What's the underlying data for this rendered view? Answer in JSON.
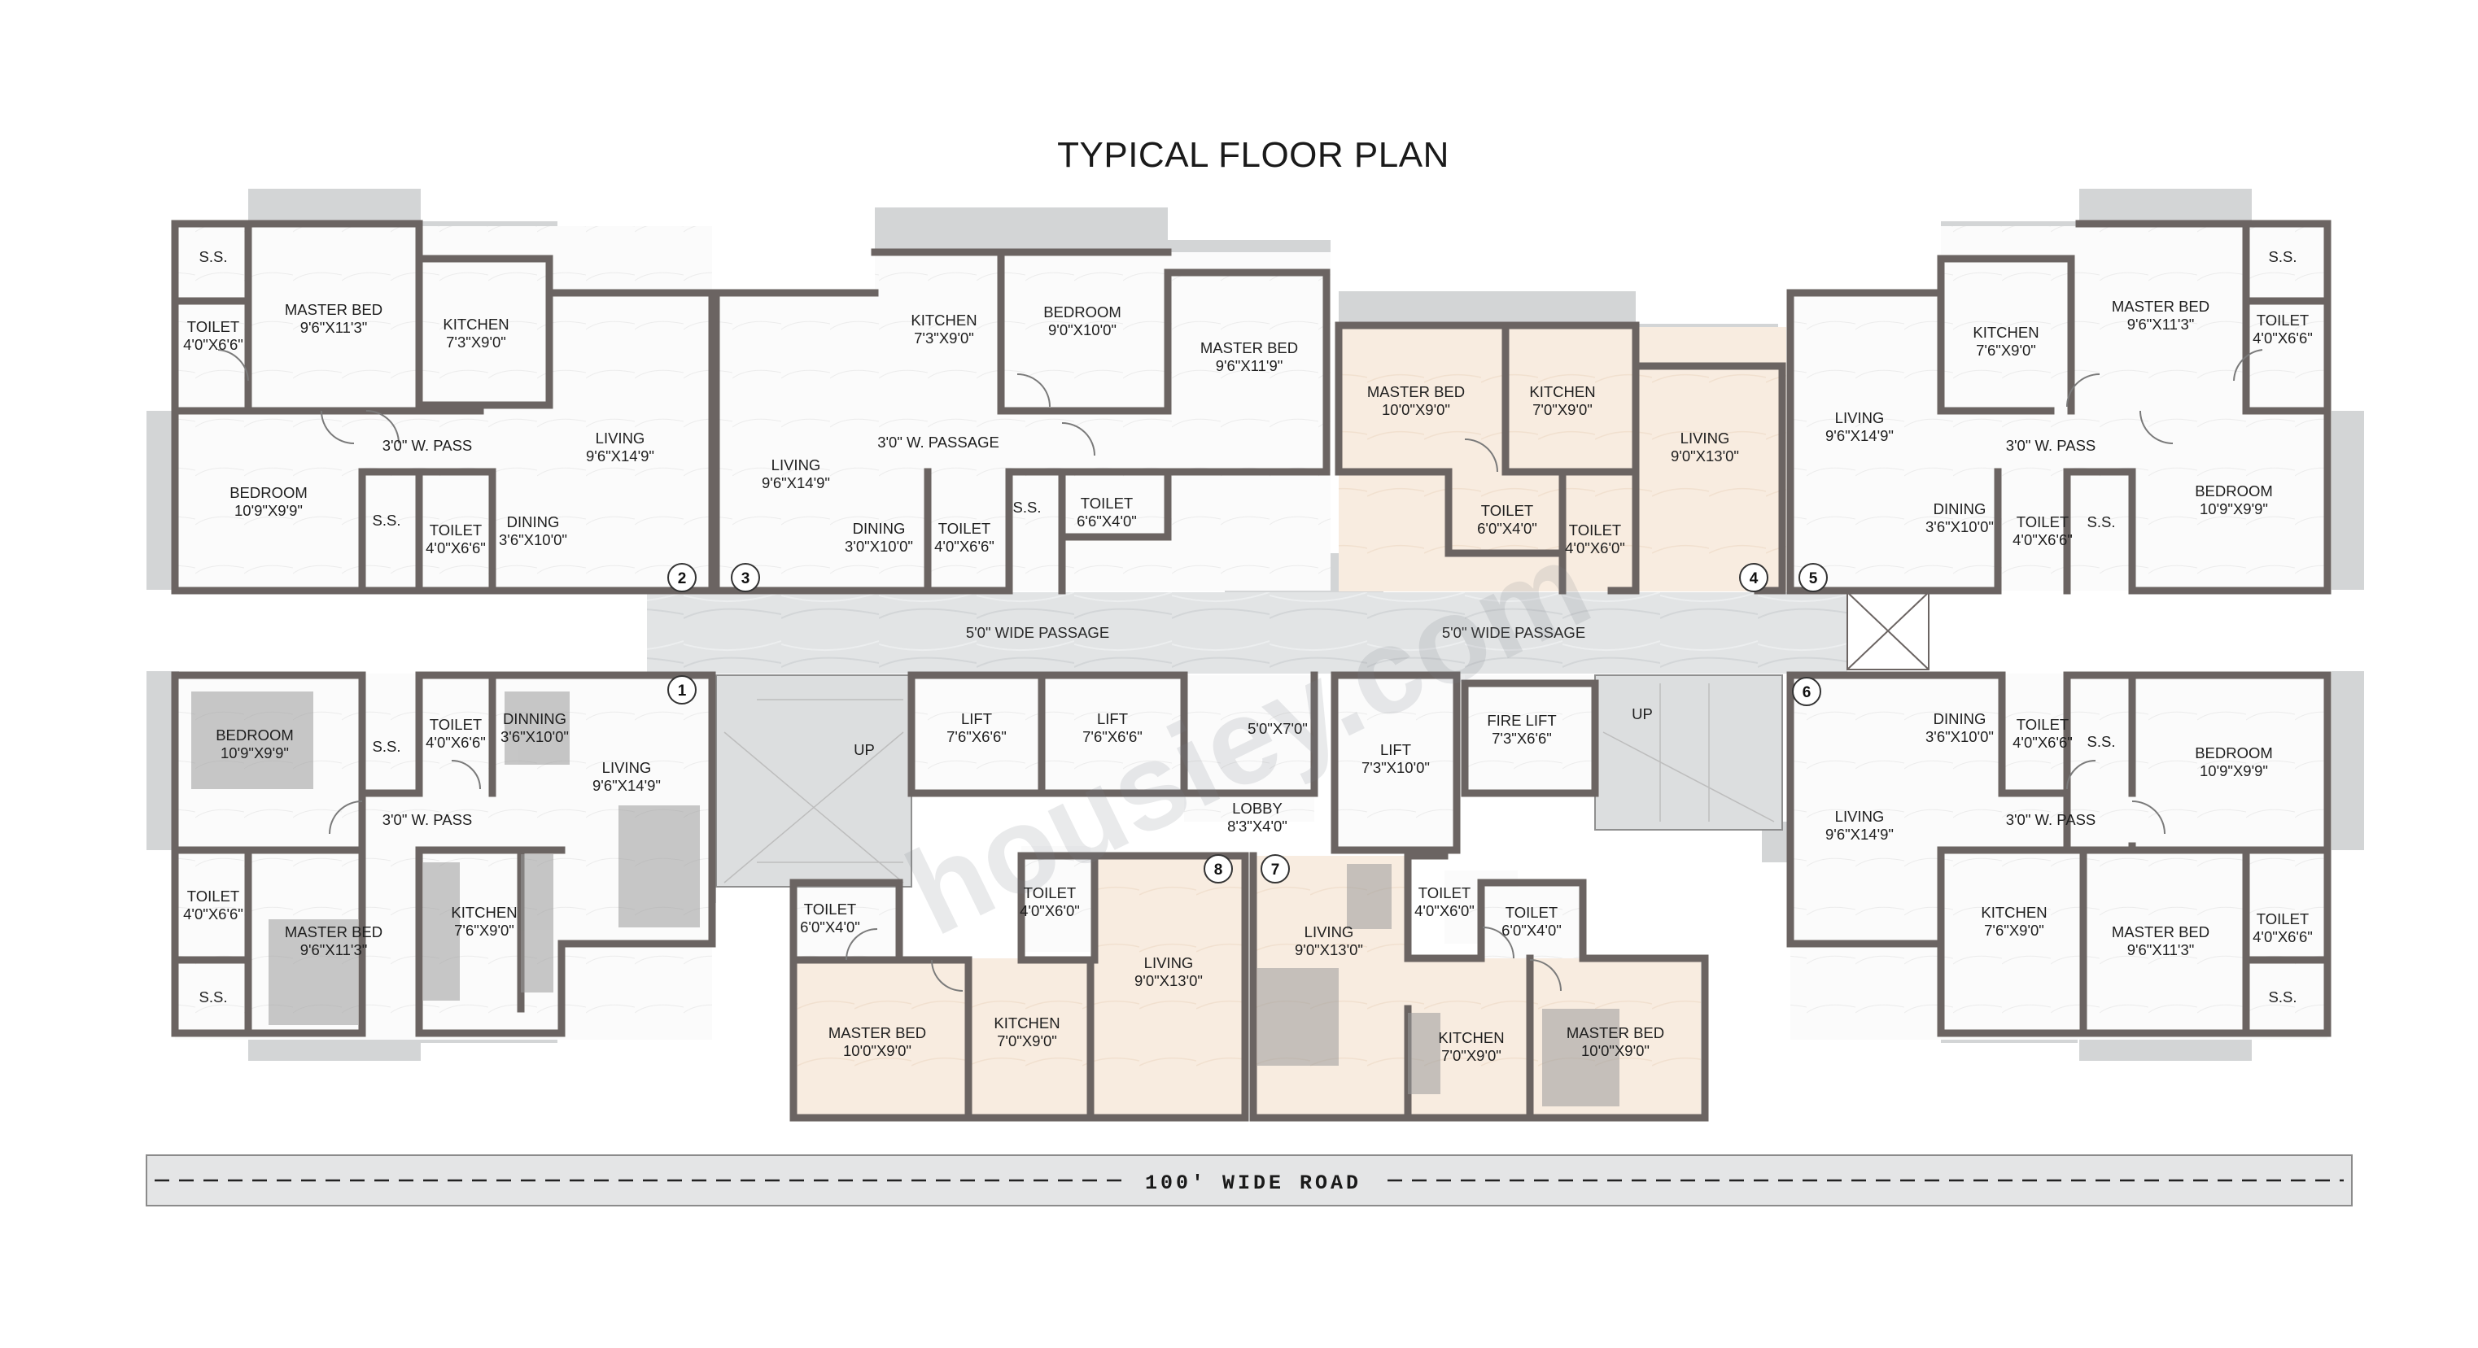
{
  "title": "TYPICAL FLOOR PLAN",
  "road_label": "100' WIDE ROAD",
  "watermark": "housiey.com",
  "colors": {
    "wall": "#6b6462",
    "floor": "#ffffff",
    "beige_floor": "#f7ebdf",
    "balcony": "#d2d4d5",
    "passage": "#dfe1e2",
    "road": "#e3e4e5"
  },
  "passages": [
    {
      "label": "5'0\" WIDE PASSAGE"
    },
    {
      "label": "5'0\" WIDE PASSAGE"
    }
  ],
  "flat_markers": [
    "1",
    "2",
    "3",
    "4",
    "5",
    "6",
    "7",
    "8"
  ],
  "rooms": [
    {
      "name": "S.S."
    },
    {
      "name": "TOILET",
      "size": "4'0\"X6'6\""
    },
    {
      "name": "MASTER BED",
      "size": "9'6\"X11'3\""
    },
    {
      "name": "KITCHEN",
      "size": "7'3\"X9'0\""
    },
    {
      "name": "3'0\" W. PASS"
    },
    {
      "name": "BEDROOM",
      "size": "10'9\"X9'9\""
    },
    {
      "name": "S.S."
    },
    {
      "name": "TOILET",
      "size": "4'0\"X6'6\""
    },
    {
      "name": "DINING",
      "size": "3'6\"X10'0\""
    },
    {
      "name": "LIVING",
      "size": "9'6\"X14'9\""
    },
    {
      "name": "LIVING",
      "size": "9'6\"X14'9\""
    },
    {
      "name": "KITCHEN",
      "size": "7'3\"X9'0\""
    },
    {
      "name": "BEDROOM",
      "size": "9'0\"X10'0\""
    },
    {
      "name": "MASTER BED",
      "size": "9'6\"X11'9\""
    },
    {
      "name": "3'0\" W. PASSAGE"
    },
    {
      "name": "DINING",
      "size": "3'0\"X10'0\""
    },
    {
      "name": "TOILET",
      "size": "4'0\"X6'6\""
    },
    {
      "name": "S.S."
    },
    {
      "name": "TOILET",
      "size": "6'6\"X4'0\""
    },
    {
      "name": "MASTER BED",
      "size": "10'0\"X9'0\""
    },
    {
      "name": "KITCHEN",
      "size": "7'0\"X9'0\""
    },
    {
      "name": "LIVING",
      "size": "9'0\"X13'0\""
    },
    {
      "name": "TOILET",
      "size": "6'0\"X4'0\""
    },
    {
      "name": "TOILET",
      "size": "4'0\"X6'0\""
    },
    {
      "name": "LIVING",
      "size": "9'6\"X14'9\""
    },
    {
      "name": "KITCHEN",
      "size": "7'6\"X9'0\""
    },
    {
      "name": "MASTER BED",
      "size": "9'6\"X11'3\""
    },
    {
      "name": "S.S."
    },
    {
      "name": "TOILET",
      "size": "4'0\"X6'6\""
    },
    {
      "name": "3'0\" W. PASS"
    },
    {
      "name": "DINING",
      "size": "3'6\"X10'0\""
    },
    {
      "name": "TOILET",
      "size": "4'0\"X6'6\""
    },
    {
      "name": "S.S."
    },
    {
      "name": "BEDROOM",
      "size": "10'9\"X9'9\""
    },
    {
      "name": "BEDROOM",
      "size": "10'9\"X9'9\""
    },
    {
      "name": "S.S."
    },
    {
      "name": "TOILET",
      "size": "4'0\"X6'6\""
    },
    {
      "name": "DINNING",
      "size": "3'6\"X10'0\""
    },
    {
      "name": "LIVING",
      "size": "9'6\"X14'9\""
    },
    {
      "name": "3'0\" W. PASS"
    },
    {
      "name": "TOILET",
      "size": "4'0\"X6'6\""
    },
    {
      "name": "MASTER BED",
      "size": "9'6\"X11'3\""
    },
    {
      "name": "KITCHEN",
      "size": "7'6\"X9'0\""
    },
    {
      "name": "S.S."
    },
    {
      "name": "UP"
    },
    {
      "name": "LIFT",
      "size": "7'6\"X6'6\""
    },
    {
      "name": "LIFT",
      "size": "7'6\"X6'6\""
    },
    {
      "name": "5'0\"X7'0\""
    },
    {
      "name": "LOBBY",
      "size": "8'3\"X4'0\""
    },
    {
      "name": "LIFT",
      "size": "7'3\"X10'0\""
    },
    {
      "name": "FIRE LIFT",
      "size": "7'3\"X6'6\""
    },
    {
      "name": "UP"
    },
    {
      "name": "TOILET",
      "size": "6'0\"X4'0\""
    },
    {
      "name": "TOILET",
      "size": "4'0\"X6'0\""
    },
    {
      "name": "LIVING",
      "size": "9'0\"X13'0\""
    },
    {
      "name": "MASTER BED",
      "size": "10'0\"X9'0\""
    },
    {
      "name": "KITCHEN",
      "size": "7'0\"X9'0\""
    },
    {
      "name": "LIVING",
      "size": "9'0\"X13'0\""
    },
    {
      "name": "TOILET",
      "size": "4'0\"X6'0\""
    },
    {
      "name": "TOILET",
      "size": "6'0\"X4'0\""
    },
    {
      "name": "KITCHEN",
      "size": "7'0\"X9'0\""
    },
    {
      "name": "MASTER BED",
      "size": "10'0\"X9'0\""
    },
    {
      "name": "DINING",
      "size": "3'6\"X10'0\""
    },
    {
      "name": "TOILET",
      "size": "4'0\"X6'6\""
    },
    {
      "name": "S.S."
    },
    {
      "name": "BEDROOM",
      "size": "10'9\"X9'9\""
    },
    {
      "name": "LIVING",
      "size": "9'6\"X14'9\""
    },
    {
      "name": "3'0\" W. PASS"
    },
    {
      "name": "KITCHEN",
      "size": "7'6\"X9'0\""
    },
    {
      "name": "MASTER BED",
      "size": "9'6\"X11'3\""
    },
    {
      "name": "TOILET",
      "size": "4'0\"X6'6\""
    },
    {
      "name": "S.S."
    }
  ]
}
